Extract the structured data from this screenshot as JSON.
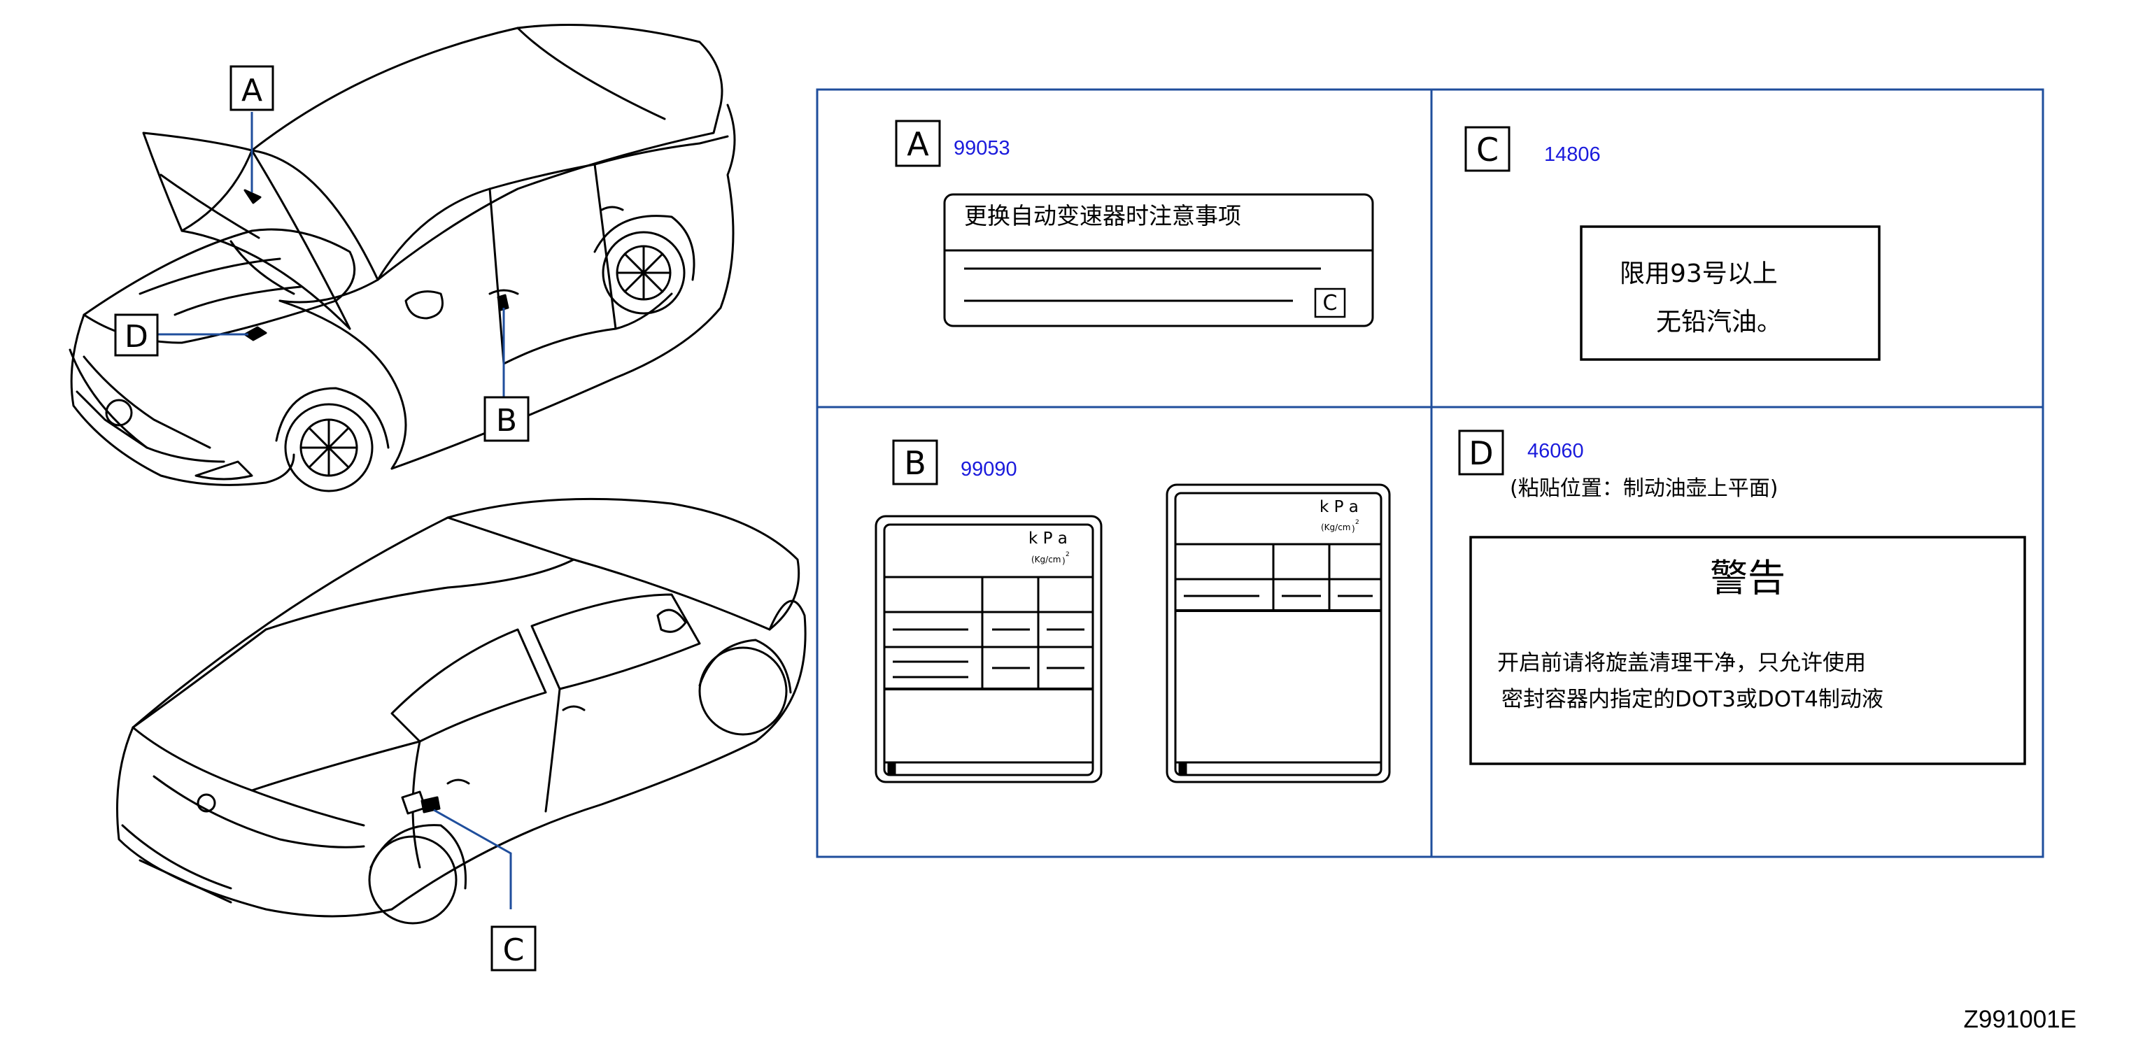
{
  "callouts": {
    "a": "A",
    "b": "B",
    "c": "C",
    "d": "D"
  },
  "panels": {
    "a": {
      "letter": "A",
      "part_no": "99053",
      "title": "更换自动变速器时注意事项",
      "corner_mark": "C"
    },
    "b": {
      "letter": "B",
      "part_no": "99090",
      "unit": "k P a",
      "unit_sub": "(Kg/cm",
      "unit_exp": "2",
      "unit_close": ")"
    },
    "c": {
      "letter": "C",
      "part_no": "14806",
      "line1": "限用93号以上",
      "line2": "无铅汽油。"
    },
    "d": {
      "letter": "D",
      "part_no": "46060",
      "note": "(粘贴位置：制动油壶上平面)",
      "heading": "警告",
      "line1": "开启前请将旋盖清理干净，只允许使用",
      "line2": "密封容器内指定的DOT3或DOT4制动液"
    }
  },
  "figure_id": "Z991001E",
  "colors": {
    "frame": "#1f4e9c",
    "part_number": "#1a1adc",
    "line": "#000000"
  }
}
